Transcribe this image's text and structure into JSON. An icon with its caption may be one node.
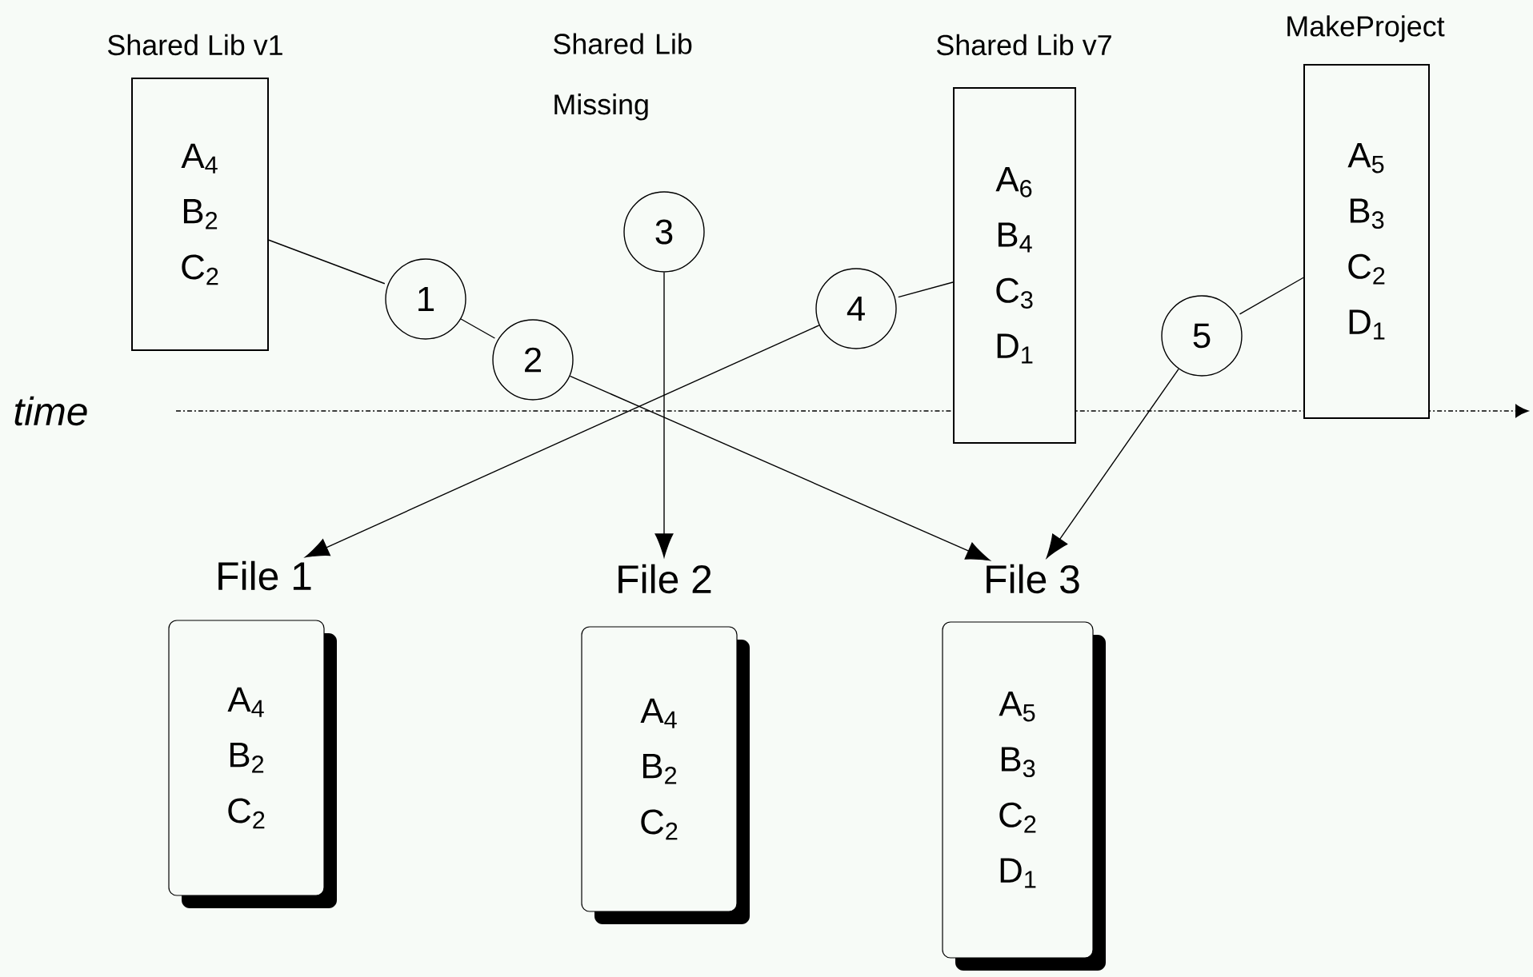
{
  "diagram": {
    "nodes": [
      {
        "text": [
          "Shared Lib v1",
          "A$_{4}$",
          "B$_{2}$",
          "C$_{2}$"
        ]
      },
      {
        "text": [
          "1"
        ]
      },
      {
        "text": [
          "2"
        ]
      },
      {
        "text": [
          "3"
        ]
      },
      {
        "text": [
          "Shared Lib v7",
          "A$_{6}$",
          "B$_{4}$",
          "C$_{3}$",
          "D$_{1}$"
        ]
      },
      {
        "text": [
          "4"
        ]
      },
      {
        "text": [
          "MakeProject",
          "A$_{5}$",
          "B$_{3}$",
          "C$_{2}$",
          "D$_{1}$"
        ]
      },
      {
        "text": [
          "5"
        ]
      },
      {
        "text": [
          "File 1",
          "A$_{4}$",
          "B$_{2}$",
          "C$_{2}$"
        ]
      },
      {
        "text": [
          "File 2",
          "A$_{4}$",
          "B$_{2}$",
          "C$_{2}$"
        ]
      },
      {
        "text": [
          "File 3",
          "A$_{5}$",
          "B$_{3}$",
          "C$_{2}$",
          "D$_{1}$"
        ]
      }
    ],
    "edges": [
      {
        "from": 0,
        "to": 1,
        "arrow": "none"
      },
      {
        "from": 1,
        "to": 2,
        "arrow": "none"
      },
      {
        "from": 2,
        "to": 10,
        "arrow": "to"
      },
      {
        "from": 3,
        "to": 9,
        "arrow": "to"
      },
      {
        "from": 4,
        "to": 5,
        "arrow": "none"
      },
      {
        "from": 5,
        "to": 8,
        "arrow": "to"
      },
      {
        "from": 6,
        "to": 7,
        "arrow": "none"
      },
      {
        "from": 7,
        "to": 10,
        "arrow": "to"
      }
    ],
    "labels": [
      "Shared Lib Missing",
      "time"
    ]
  }
}
